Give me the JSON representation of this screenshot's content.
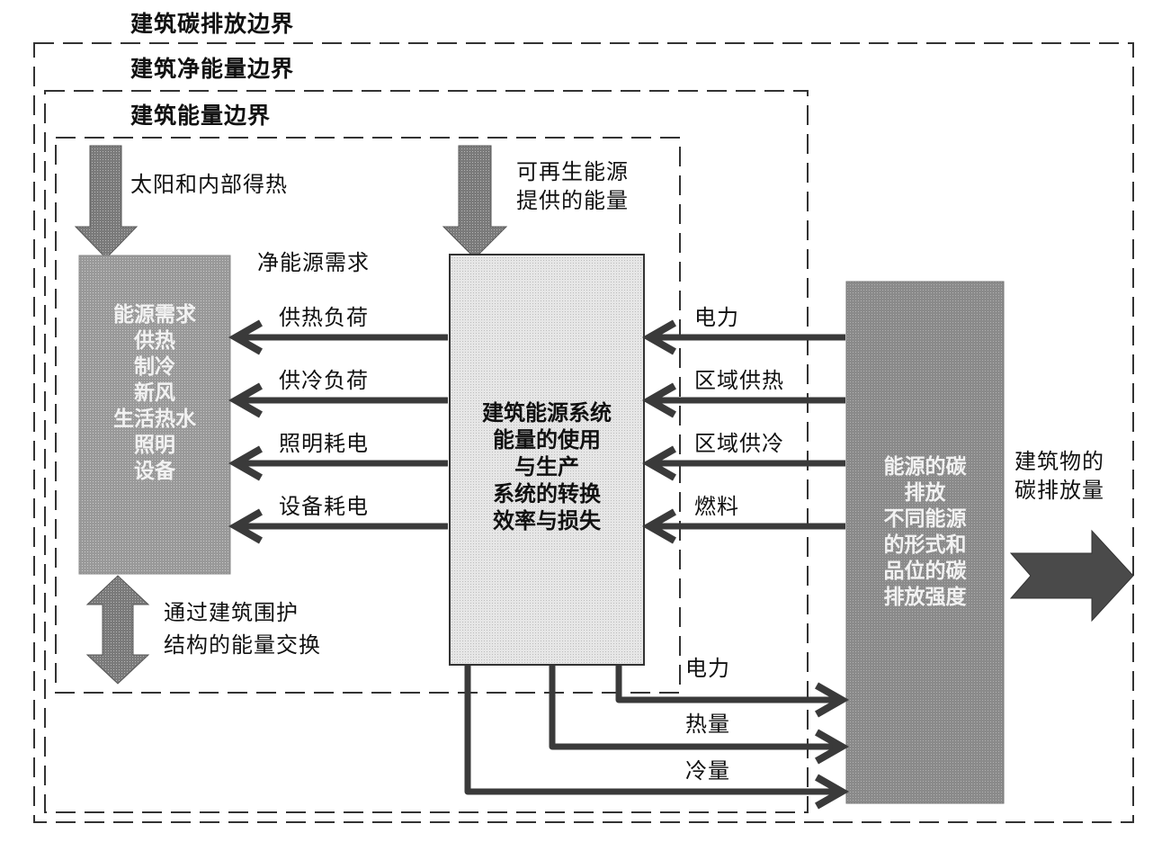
{
  "boundaries": {
    "carbon": "建筑碳排放边界",
    "net_energy": "建筑净能量边界",
    "energy": "建筑能量边界"
  },
  "inputs": {
    "solar_internal_gain": "太阳和内部得热",
    "renewable_line1": "可再生能源",
    "renewable_line2": "提供的能量"
  },
  "net_demand_label": "净能源需求",
  "demand_box": {
    "lines": [
      "能源需求",
      "供热",
      "制冷",
      "新风",
      "生活热水",
      "照明",
      "设备"
    ]
  },
  "system_box": {
    "lines": [
      "建筑能源系统",
      "能量的使用",
      "与生产",
      "系统的转换",
      "效率与损失"
    ]
  },
  "carbon_box": {
    "lines": [
      "能源的碳",
      "排放",
      "不同能源",
      "的形式和",
      "品位的碳",
      "排放强度"
    ]
  },
  "loads": [
    {
      "label": "供热负荷"
    },
    {
      "label": "供冷负荷"
    },
    {
      "label": "照明耗电"
    },
    {
      "label": "设备耗电"
    }
  ],
  "supplies": [
    {
      "label": "电力"
    },
    {
      "label": "区域供热"
    },
    {
      "label": "区域供冷"
    },
    {
      "label": "燃料"
    }
  ],
  "exports": [
    {
      "label": "电力"
    },
    {
      "label": "热量"
    },
    {
      "label": "冷量"
    }
  ],
  "envelope": {
    "line1": "通过建筑围护",
    "line2": "结构的能量交换"
  },
  "output": {
    "line1": "建筑物的",
    "line2": "碳排放量"
  },
  "colors": {
    "line": "#3a3a3a",
    "arrow_fill": "#6e6e6e",
    "demand_box": "#9a9a9a",
    "system_box": "#e4e4e4",
    "carbon_box": "#8f8f8f",
    "output_arrow": "#4a4a4a"
  }
}
